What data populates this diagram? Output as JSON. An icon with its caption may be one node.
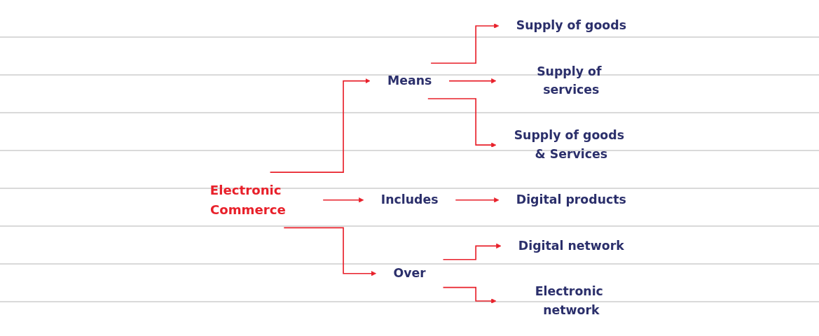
{
  "diagram": {
    "nodes": [
      {
        "text": [
          "Electronic Commerce"
        ]
      },
      {
        "text": [
          "Means"
        ]
      },
      {
        "text": [
          "Includes"
        ]
      },
      {
        "text": [
          "Over"
        ]
      },
      {
        "text": [
          "Supply of goods"
        ]
      },
      {
        "text": [
          "Supply of services"
        ]
      },
      {
        "text": [
          "Supply of goods & Services"
        ]
      },
      {
        "text": [
          "Digital products"
        ]
      },
      {
        "text": [
          "Digital network"
        ]
      },
      {
        "text": [
          "Electronic network"
        ]
      }
    ],
    "edges": [
      {
        "from": 0,
        "to": 1,
        "arrow": "to"
      },
      {
        "from": 0,
        "to": 2,
        "arrow": "to"
      },
      {
        "from": 0,
        "to": 3,
        "arrow": "to"
      },
      {
        "from": 1,
        "to": 4,
        "arrow": "to"
      },
      {
        "from": 1,
        "to": 5,
        "arrow": "to"
      },
      {
        "from": 1,
        "to": 6,
        "arrow": "to"
      },
      {
        "from": 2,
        "to": 7,
        "arrow": "to"
      },
      {
        "from": 3,
        "to": 8,
        "arrow": "to"
      },
      {
        "from": 3,
        "to": 9,
        "arrow": "to"
      }
    ]
  }
}
